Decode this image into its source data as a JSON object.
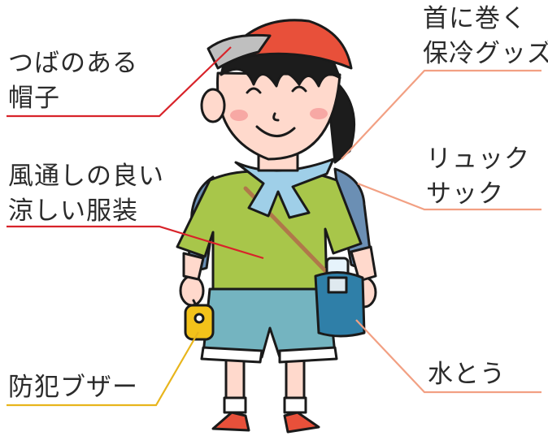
{
  "labels": {
    "hat": [
      "つばのある",
      "帽子"
    ],
    "neck": [
      "首に巻く",
      "保冷グッズ"
    ],
    "clothes": [
      "風通しの良い",
      "涼しい服装"
    ],
    "backpack": [
      "リュック",
      "サック"
    ],
    "buzzer": [
      "防犯ブザー"
    ],
    "bottle": [
      "水とう"
    ]
  },
  "colors": {
    "line_red": "#d8232a",
    "line_salmon": "#f2a083",
    "line_yellow": "#e8b51c",
    "hat": "#e8503a",
    "visor": "#bfbfbf",
    "skin": "#ffd9cc",
    "hair": "#1c1c1c",
    "shirt": "#a8c64a",
    "scarf": "#9fcfe8",
    "backpack": "#6b8fb4",
    "shorts": "#74b4c0",
    "bottle": "#2f7fa8",
    "buzzer": "#f3c21a"
  }
}
